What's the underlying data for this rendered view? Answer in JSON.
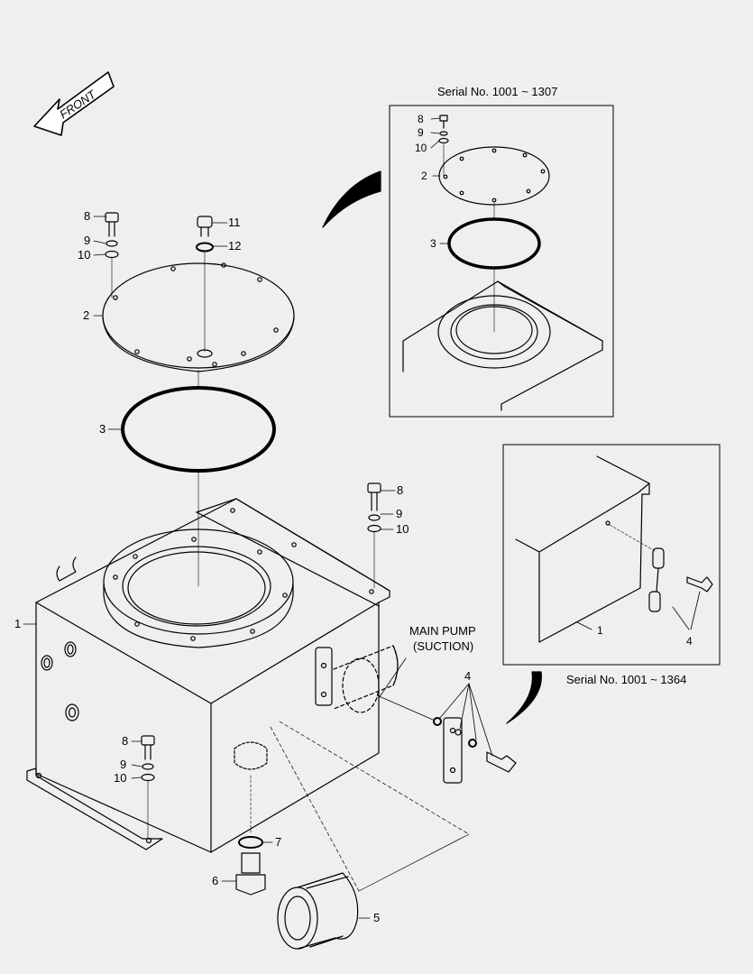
{
  "colors": {
    "background": "#efefef",
    "line": "#000000"
  },
  "front_arrow": {
    "label": "FRONT"
  },
  "inset_top": {
    "title": "Serial No. 1001 ~ 1307",
    "callouts": [
      "8",
      "9",
      "10",
      "2",
      "3"
    ]
  },
  "inset_right": {
    "title": "Serial No. 1001 ~ 1364",
    "callouts": [
      "1",
      "4"
    ]
  },
  "main_pump": {
    "line1": "MAIN PUMP",
    "line2": "(SUCTION)"
  },
  "callouts": {
    "tank": "1",
    "cover": "2",
    "oring_large": "3",
    "clamp": "4",
    "strainer": "5",
    "plug": "6",
    "plug_oring": "7",
    "bolt": "8",
    "spring_washer": "9",
    "washer": "10",
    "cover_plug": "11",
    "cover_plug_oring": "12"
  }
}
